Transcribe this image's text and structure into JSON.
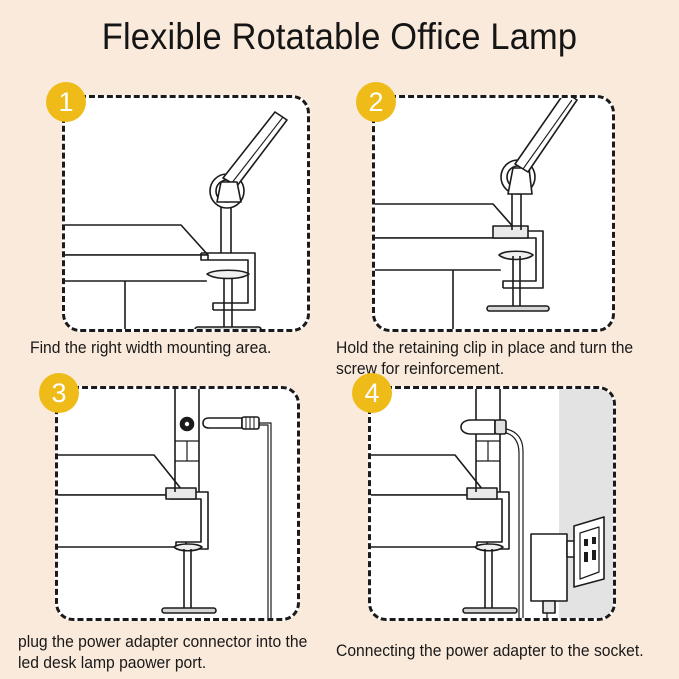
{
  "page": {
    "title": "Flexible Rotatable Office Lamp",
    "background_color": "#faeadb",
    "panel_background": "#ffffff",
    "badge_color": "#eebb18",
    "line_color": "#1b1b1b",
    "wall_color": "#e3e3e3"
  },
  "steps": [
    {
      "number": "1",
      "caption": "Find the right width mounting area.",
      "illustration": "desk-with-separate-clamp-and-lamp-arm"
    },
    {
      "number": "2",
      "caption": "Hold the retaining clip in place and turn the screw for reinforcement.",
      "illustration": "clamp-attached-to-desk-edge-screw-tightened"
    },
    {
      "number": "3",
      "caption": "plug the power adapter connector into the led desk lamp paower port.",
      "illustration": "dc-connector-approaching-lamp-power-port"
    },
    {
      "number": "4",
      "caption": "Connecting the power adapter to the socket.",
      "illustration": "power-adapter-brick-and-wall-socket"
    }
  ]
}
